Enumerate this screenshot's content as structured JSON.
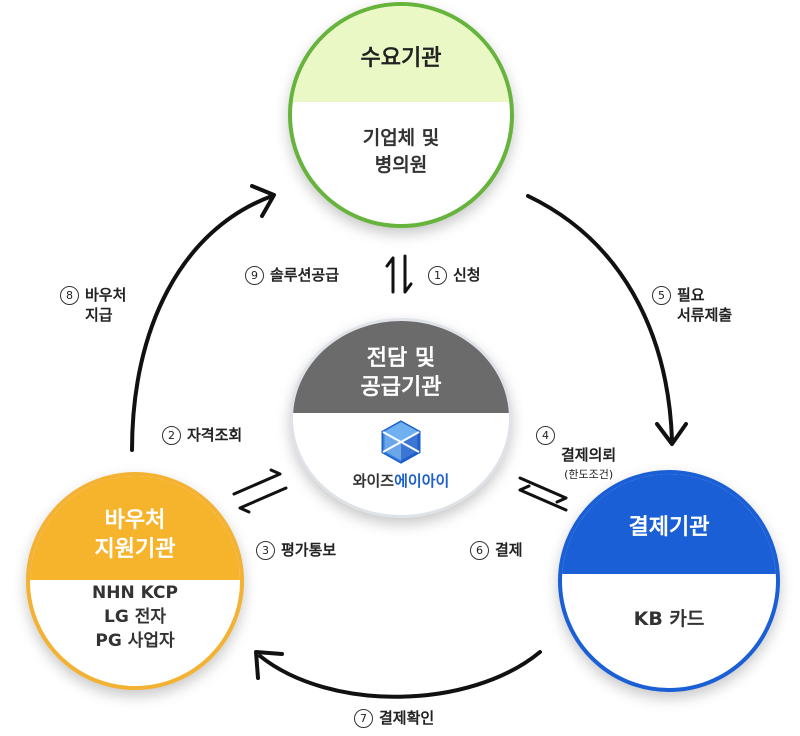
{
  "nodes": {
    "demand": {
      "title": "수요기관",
      "body": "기업체 및\n병의원"
    },
    "center": {
      "title": "전담 및\n공급기관",
      "brand_part1": "와이즈",
      "brand_part2": "에이아이"
    },
    "voucher": {
      "title": "바우처\n지원기관",
      "body": "NHN KCP\nLG 전자\nPG 사업자"
    },
    "payment": {
      "title": "결제기관",
      "body": "KB 카드"
    }
  },
  "steps": [
    {
      "num": "1",
      "text": "신청"
    },
    {
      "num": "2",
      "text": "자격조회"
    },
    {
      "num": "3",
      "text": "평가통보"
    },
    {
      "num": "4",
      "text": "결제의뢰",
      "sub": "(한도조건)"
    },
    {
      "num": "5",
      "text": "필요\n서류제출"
    },
    {
      "num": "6",
      "text": "결제"
    },
    {
      "num": "7",
      "text": "결제확인"
    },
    {
      "num": "8",
      "text": "바우처\n지급"
    },
    {
      "num": "9",
      "text": "솔루션공급"
    }
  ],
  "colors": {
    "demand": "#66b43c",
    "demand_header": "#eaf8c6",
    "center_header": "#6b6b6b",
    "voucher": "#f6b42d",
    "payment": "#1a5fd6"
  }
}
